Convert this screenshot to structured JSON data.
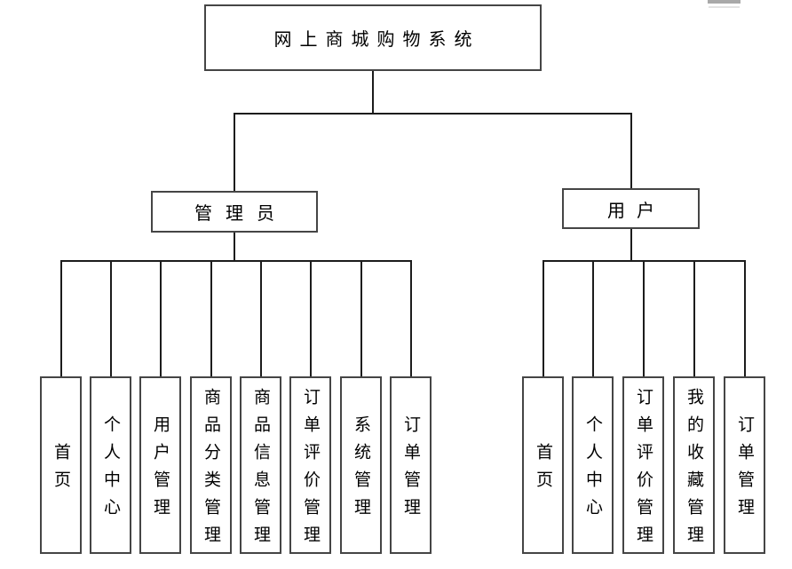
{
  "diagram": {
    "root": {
      "label": "网上商城购物系统"
    },
    "branches": [
      {
        "label": "管理员",
        "children": [
          "首页",
          "个人中心",
          "用户管理",
          "商品分类管理",
          "商品信息管理",
          "订单评价管理",
          "系统管理",
          "订单管理"
        ]
      },
      {
        "label": "用户",
        "children": [
          "首页",
          "个人中心",
          "订单评价管理",
          "我的收藏管理",
          "订单管理"
        ]
      }
    ],
    "colors": {
      "background": "#ffffff",
      "node_border": "#454545",
      "connector": "#1c1c1c",
      "text": "#000000",
      "artifact_bar": "#a9a9a9"
    }
  }
}
